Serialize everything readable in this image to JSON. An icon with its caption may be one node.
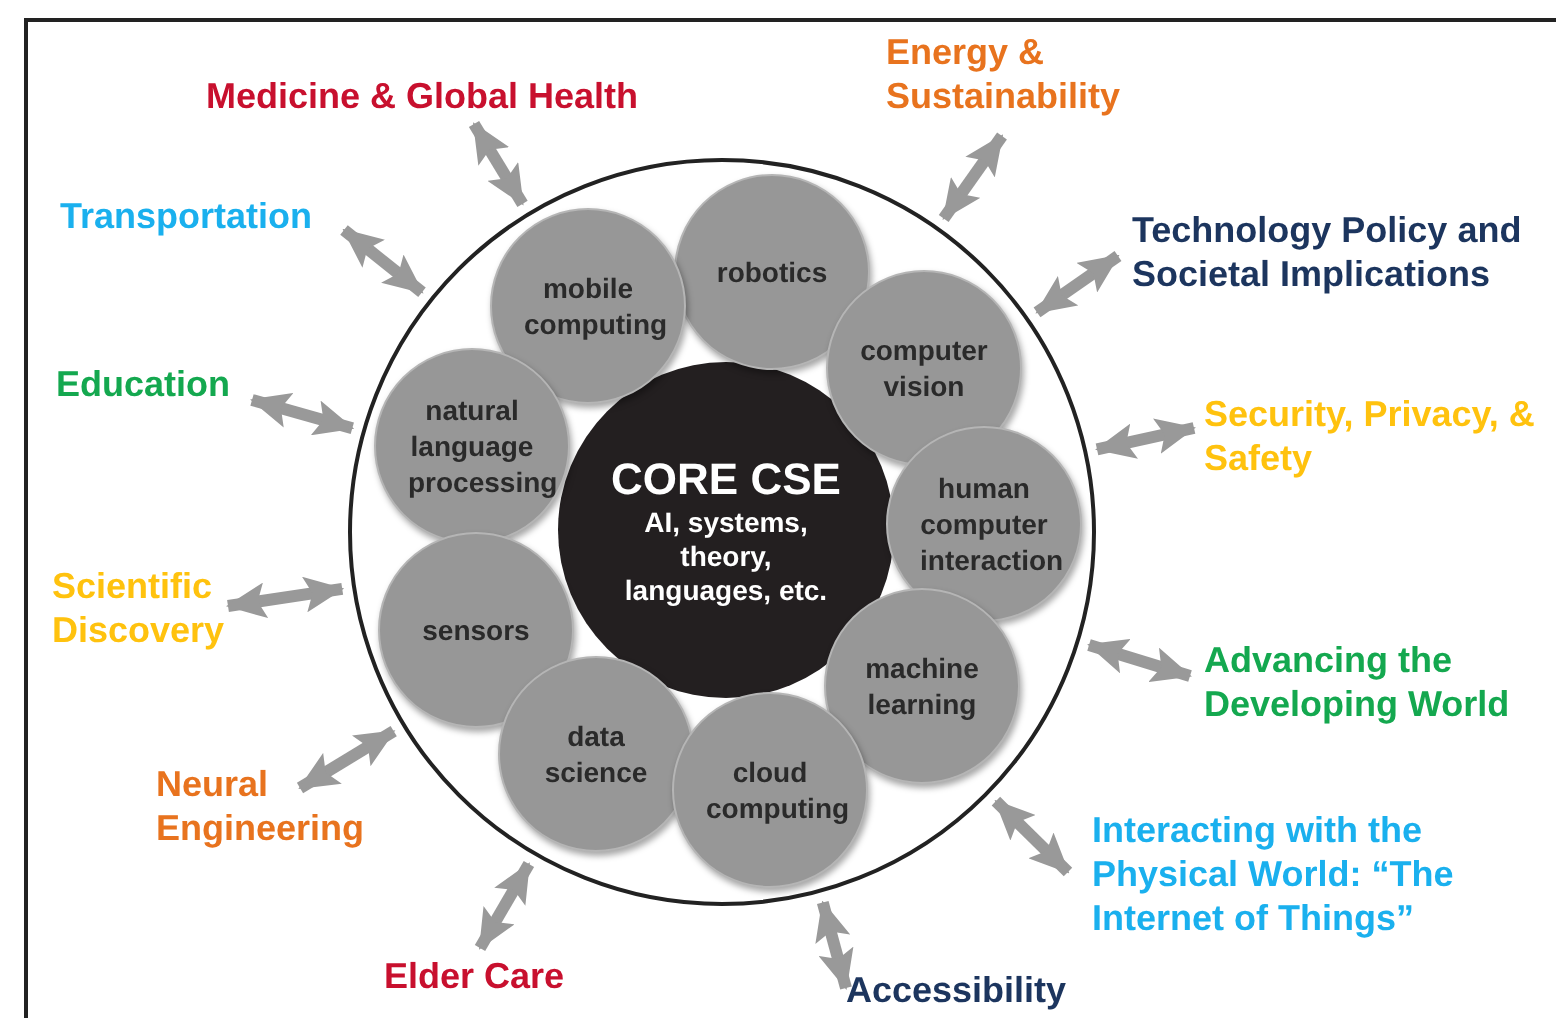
{
  "diagram": {
    "nodes": [
      {
        "text": [],
        "shape": "circle"
      },
      {
        "text": [
          "CORE CSE",
          "AI, systems, theory, languages, etc."
        ],
        "in": 0
      },
      {
        "text": [
          "robotics"
        ],
        "in": 0
      },
      {
        "text": [
          "mobile computing"
        ],
        "in": 0
      },
      {
        "text": [
          "computer vision"
        ],
        "in": 0
      },
      {
        "text": [
          "natural language processing"
        ],
        "in": 0
      },
      {
        "text": [
          "human computer interaction"
        ],
        "in": 0
      },
      {
        "text": [
          "sensors"
        ],
        "in": 0
      },
      {
        "text": [
          "machine learning"
        ],
        "in": 0
      },
      {
        "text": [
          "data science"
        ],
        "in": 0
      },
      {
        "text": [
          "cloud computing"
        ],
        "in": 0
      },
      {
        "text": [
          "Energy & Sustainability"
        ]
      },
      {
        "text": [
          "Medicine & Global Health"
        ]
      },
      {
        "text": [
          "Transportation"
        ]
      },
      {
        "text": [
          "Technology Policy and Societal Implications"
        ]
      },
      {
        "text": [
          "Education"
        ]
      },
      {
        "text": [
          "Security, Privacy, & Safety"
        ]
      },
      {
        "text": [
          "Scientific Discovery"
        ]
      },
      {
        "text": [
          "Advancing the Developing World"
        ]
      },
      {
        "text": [
          "Neural Engineering"
        ]
      },
      {
        "text": [
          "Interacting with the Physical World: “The Internet of Things”"
        ]
      },
      {
        "text": [
          "Elder Care"
        ]
      },
      {
        "text": [
          "Accessibility"
        ]
      }
    ],
    "edges": [
      {
        "from": 11,
        "to": 0,
        "arrow": "both"
      },
      {
        "from": 12,
        "to": 0,
        "arrow": "both"
      },
      {
        "from": 13,
        "to": 0,
        "arrow": "both"
      },
      {
        "from": 14,
        "to": 0,
        "arrow": "both"
      },
      {
        "from": 15,
        "to": 0,
        "arrow": "both"
      },
      {
        "from": 16,
        "to": 0,
        "arrow": "both"
      },
      {
        "from": 17,
        "to": 0,
        "arrow": "both"
      },
      {
        "from": 18,
        "to": 0,
        "arrow": "both"
      },
      {
        "from": 19,
        "to": 0,
        "arrow": "both"
      },
      {
        "from": 20,
        "to": 0,
        "arrow": "both"
      },
      {
        "from": 21,
        "to": 0,
        "arrow": "both"
      },
      {
        "from": 22,
        "to": 0,
        "arrow": "both"
      }
    ]
  }
}
